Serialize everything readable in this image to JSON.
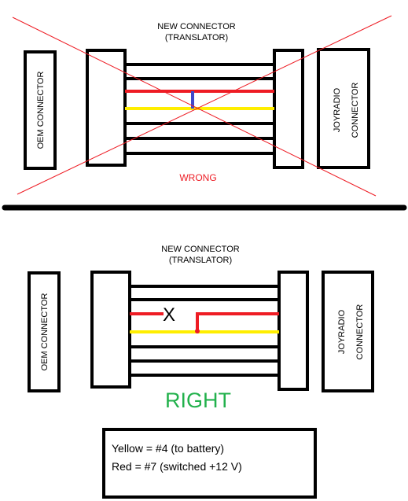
{
  "colors": {
    "yellow_wire": "#ffee00",
    "red_wire": "#ee1c24",
    "blue_bridge": "#3f48cc",
    "wrong_text": "#ed1c24",
    "right_text": "#22b14c",
    "cross_lines": "#ee1c24",
    "outline": "#000000"
  },
  "top": {
    "title_line1": "NEW CONNECTOR",
    "title_line2": "(TRANSLATOR)",
    "left_label": "OEM CONNECTOR",
    "right_label_line1": "JOYRADIO",
    "right_label_line2": "CONNECTOR",
    "verdict": "WRONG"
  },
  "bottom": {
    "title_line1": "NEW CONNECTOR",
    "title_line2": "(TRANSLATOR)",
    "left_label": "OEM CONNECTOR",
    "right_label_line1": "JOYRADIO",
    "right_label_line2": "CONNECTOR",
    "verdict": "RIGHT",
    "cut_mark": "X"
  },
  "legend": {
    "line1": "Yellow = #4 (to battery)",
    "line2": "Red = #7 (switched +12 V)"
  }
}
